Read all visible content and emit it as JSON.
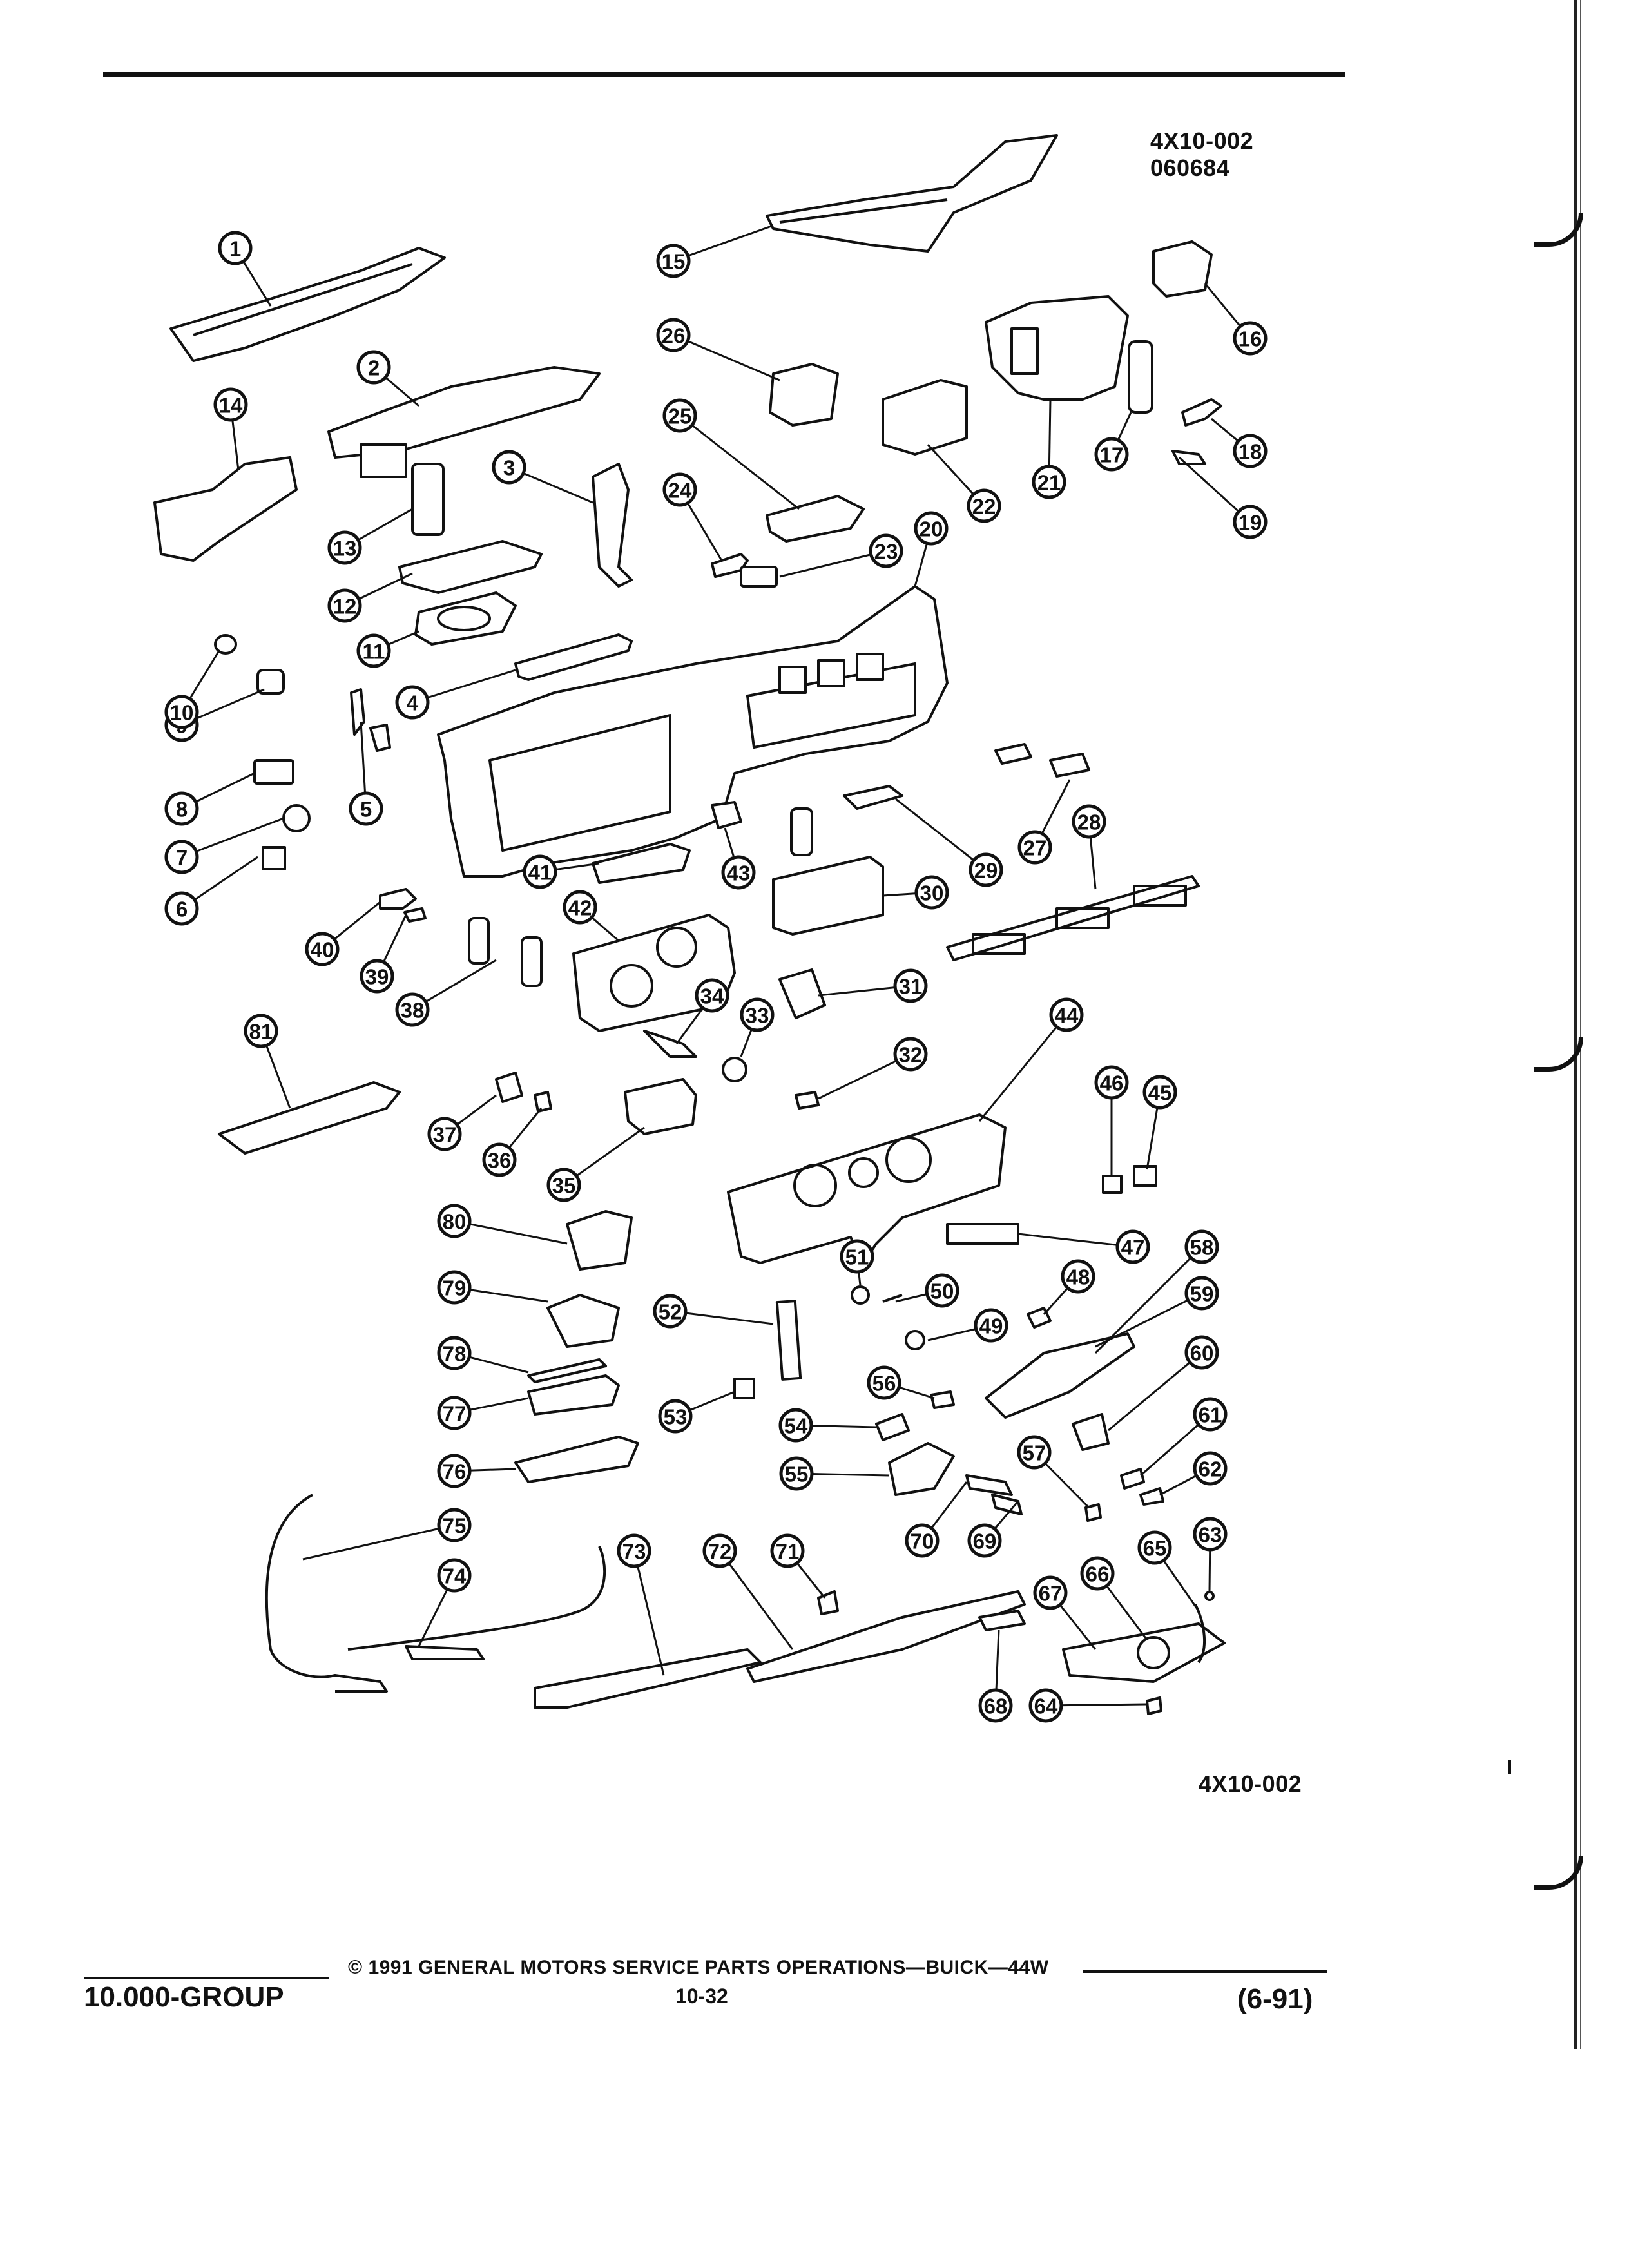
{
  "header": {
    "figure_code": "4X10-002",
    "date_code": "060684"
  },
  "figure_footer_code": "4X10-002",
  "callouts": [
    "1",
    "2",
    "3",
    "4",
    "5",
    "6",
    "7",
    "8",
    "9",
    "10",
    "11",
    "12",
    "13",
    "14",
    "15",
    "16",
    "17",
    "18",
    "19",
    "20",
    "21",
    "22",
    "23",
    "24",
    "25",
    "26",
    "27",
    "28",
    "29",
    "30",
    "31",
    "32",
    "33",
    "34",
    "35",
    "36",
    "37",
    "38",
    "39",
    "40",
    "41",
    "42",
    "43",
    "44",
    "45",
    "46",
    "47",
    "48",
    "49",
    "50",
    "51",
    "52",
    "53",
    "54",
    "55",
    "56",
    "57",
    "58",
    "59",
    "60",
    "61",
    "62",
    "63",
    "64",
    "65",
    "66",
    "67",
    "68",
    "69",
    "70",
    "71",
    "72",
    "73",
    "74",
    "75",
    "76",
    "77",
    "78",
    "79",
    "80",
    "81"
  ],
  "footer": {
    "section": "10.000-GROUP",
    "copyright": "© 1991 GENERAL MOTORS SERVICE PARTS OPERATIONS—BUICK—44W",
    "page_number": "10-32",
    "revision": "(6-91)"
  }
}
